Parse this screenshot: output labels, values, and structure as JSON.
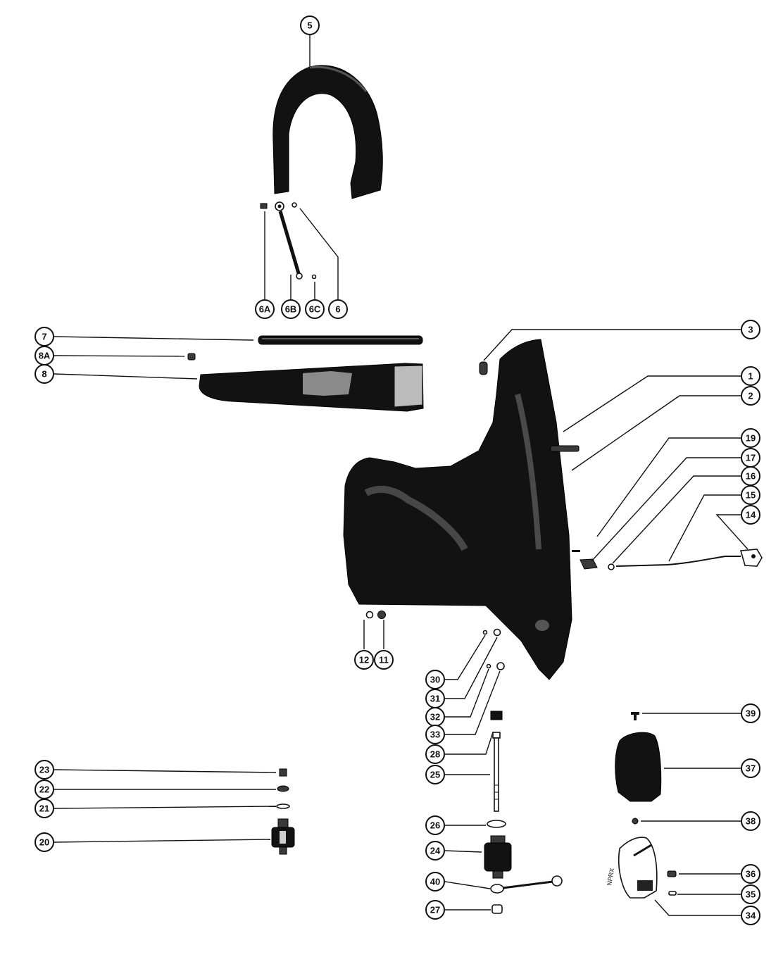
{
  "diagram": {
    "colors": {
      "ink": "#111111",
      "paper": "#ffffff",
      "part": "#121212"
    },
    "callouts": [
      {
        "id": "c5",
        "label": "5"
      },
      {
        "id": "c6a",
        "label": "6A"
      },
      {
        "id": "c6b",
        "label": "6B"
      },
      {
        "id": "c6c",
        "label": "6C"
      },
      {
        "id": "c6",
        "label": "6"
      },
      {
        "id": "c7",
        "label": "7"
      },
      {
        "id": "c8a",
        "label": "8A"
      },
      {
        "id": "c8",
        "label": "8"
      },
      {
        "id": "c3",
        "label": "3"
      },
      {
        "id": "c1",
        "label": "1"
      },
      {
        "id": "c2",
        "label": "2"
      },
      {
        "id": "c19",
        "label": "19"
      },
      {
        "id": "c17",
        "label": "17"
      },
      {
        "id": "c16",
        "label": "16"
      },
      {
        "id": "c15",
        "label": "15"
      },
      {
        "id": "c14",
        "label": "14"
      },
      {
        "id": "c12",
        "label": "12"
      },
      {
        "id": "c11",
        "label": "11"
      },
      {
        "id": "c30",
        "label": "30"
      },
      {
        "id": "c31",
        "label": "31"
      },
      {
        "id": "c32",
        "label": "32"
      },
      {
        "id": "c33",
        "label": "33"
      },
      {
        "id": "c28",
        "label": "28"
      },
      {
        "id": "c25",
        "label": "25"
      },
      {
        "id": "c26",
        "label": "26"
      },
      {
        "id": "c24",
        "label": "24"
      },
      {
        "id": "c40",
        "label": "40"
      },
      {
        "id": "c27",
        "label": "27"
      },
      {
        "id": "c23",
        "label": "23"
      },
      {
        "id": "c22",
        "label": "22"
      },
      {
        "id": "c21",
        "label": "21"
      },
      {
        "id": "c20",
        "label": "20"
      },
      {
        "id": "c39",
        "label": "39"
      },
      {
        "id": "c37",
        "label": "37"
      },
      {
        "id": "c38",
        "label": "38"
      },
      {
        "id": "c36",
        "label": "36"
      },
      {
        "id": "c35",
        "label": "35"
      },
      {
        "id": "c34",
        "label": "34"
      }
    ]
  }
}
